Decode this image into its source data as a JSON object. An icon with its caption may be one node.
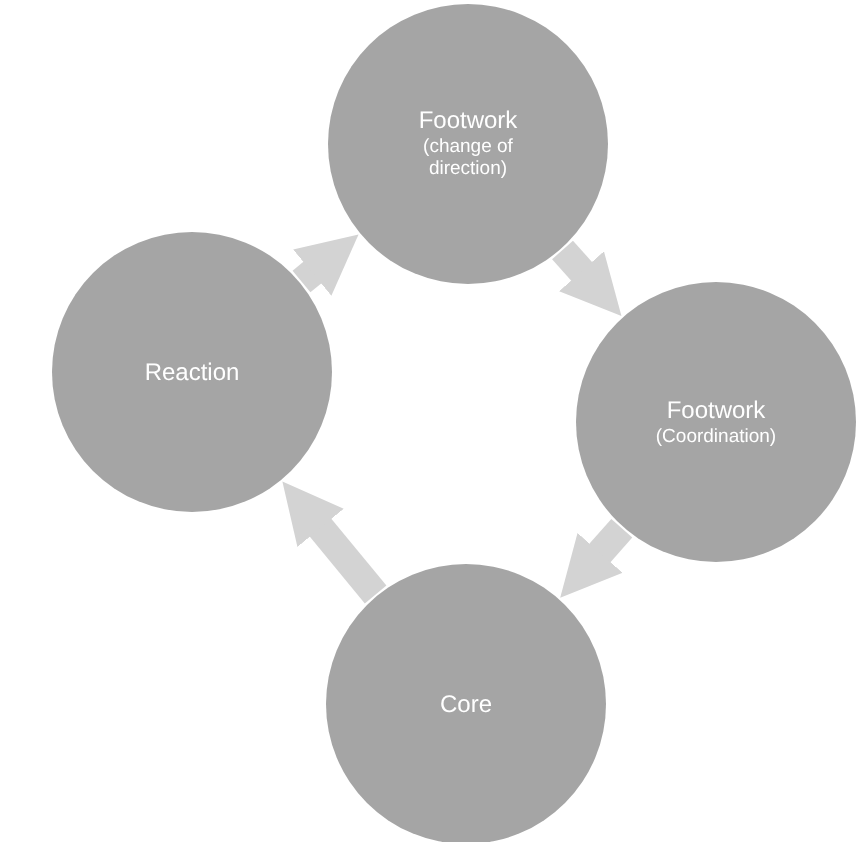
{
  "diagram": {
    "nodes": [
      {
        "text": [
          "Footwork",
          "(change of direction)"
        ]
      },
      {
        "text": [
          "Footwork",
          "(Coordination)"
        ]
      },
      {
        "text": [
          "Core"
        ]
      },
      {
        "text": [
          "Reaction"
        ]
      }
    ],
    "edges": [
      {
        "from": 3,
        "to": 0,
        "arrow": "to"
      },
      {
        "from": 0,
        "to": 1,
        "arrow": "to"
      },
      {
        "from": 1,
        "to": 2,
        "arrow": "to"
      },
      {
        "from": 2,
        "to": 3,
        "arrow": "to"
      }
    ]
  }
}
